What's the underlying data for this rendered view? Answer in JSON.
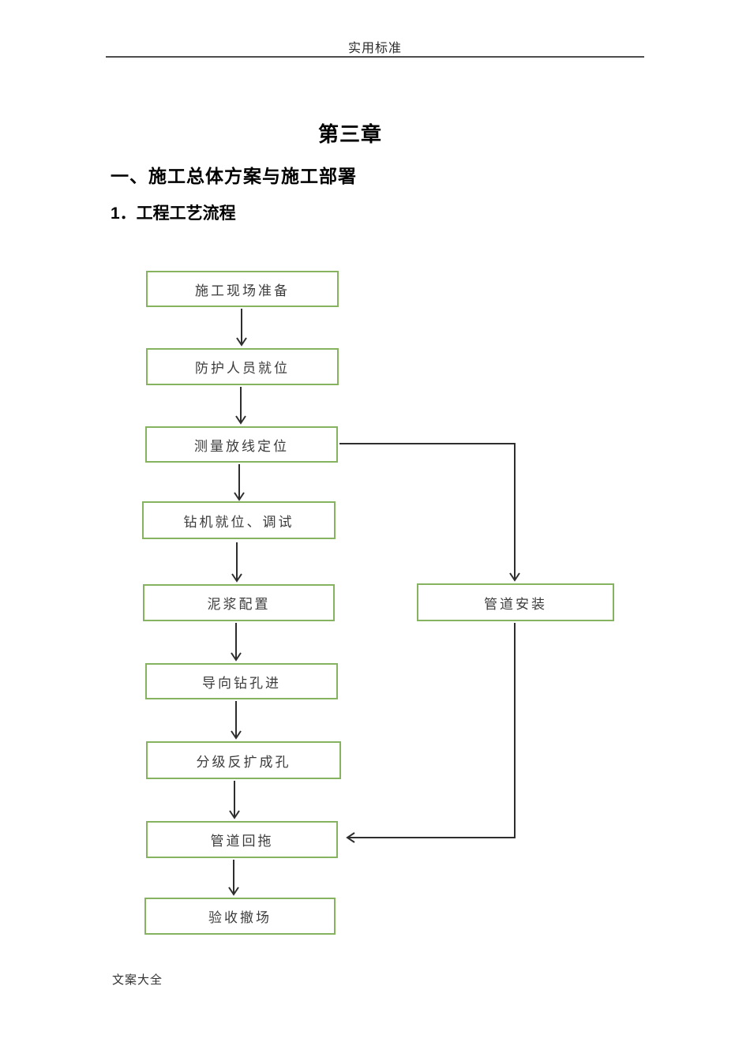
{
  "page": {
    "header": "实用标准",
    "chapter_title": "第三章",
    "section_heading": "一、施工总体方案与施工部署",
    "subsection_heading": "1．工程工艺流程",
    "footer": "文案大全"
  },
  "flowchart": {
    "boxes": [
      {
        "id": "site-preparation",
        "label": "施工现场准备"
      },
      {
        "id": "protection-personnel",
        "label": "防护人员就位"
      },
      {
        "id": "survey-layout",
        "label": "测量放线定位"
      },
      {
        "id": "rig-setup-debug",
        "label": "钻机就位、调试"
      },
      {
        "id": "mud-preparation",
        "label": "泥浆配置"
      },
      {
        "id": "pilot-drilling",
        "label": "导向钻孔进"
      },
      {
        "id": "staged-back-reaming",
        "label": "分级反扩成孔"
      },
      {
        "id": "pipe-pullback",
        "label": "管道回拖"
      },
      {
        "id": "acceptance-demobilization",
        "label": "验收撤场"
      },
      {
        "id": "pipe-installation",
        "label": "管道安装"
      }
    ],
    "flow": [
      "施工现场准备 → 防护人员就位 → 测量放线定位 → 钻机就位、调试 → 泥浆配置 → 导向钻孔进 → 分级反扩成孔 → 管道回拖 → 验收撤场",
      "测量放线定位 → 管道安装 → 管道回拖"
    ],
    "colors": {
      "box_border": "#85b35f",
      "connector": "#2e2e2e",
      "box_text": "#3c3c3c"
    }
  }
}
